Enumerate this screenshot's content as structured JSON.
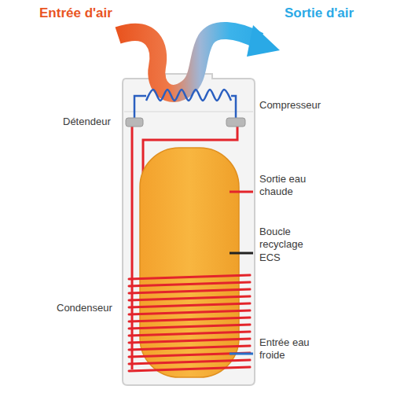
{
  "diagram": {
    "labels": [
      "Entrée d'air",
      "Sortie d'air",
      "Détendeur",
      "Compresseur",
      "Sortie eau chaude",
      "Boucle recyclage ECS",
      "Condenseur",
      "Entrée eau froide"
    ]
  }
}
